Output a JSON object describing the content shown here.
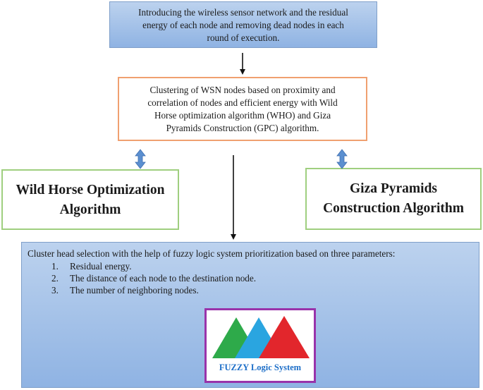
{
  "top_box": {
    "lines": [
      "Introducing the wireless sensor network and the residual",
      "energy of each node and removing dead nodes in each",
      "round of execution."
    ]
  },
  "cluster_box": {
    "lines": [
      "Clustering of WSN nodes based on proximity and",
      "correlation of nodes and efficient energy with Wild",
      "Horse optimization algorithm (WHO) and Giza",
      "Pyramids Construction (GPC) algorithm."
    ]
  },
  "who_box": {
    "lines": [
      "Wild Horse Optimization",
      "Algorithm"
    ]
  },
  "gpc_box": {
    "lines": [
      "Giza Pyramids",
      "Construction Algorithm"
    ]
  },
  "cluster_head_box": {
    "intro": "Cluster head selection with the help of fuzzy logic system prioritization based on three parameters:",
    "items": [
      {
        "num": "1.",
        "text": "Residual energy."
      },
      {
        "num": "2.",
        "text": "The distance of each node to the destination node."
      },
      {
        "num": "3.",
        "text": "The number of neighboring nodes."
      }
    ]
  },
  "fuzzy": {
    "label": "FUZZY Logic System",
    "colors": {
      "green": "#2eaa4a",
      "blue": "#2aa5e0",
      "red": "#e2262c",
      "border": "#9933aa",
      "label": "#1e6fc8"
    }
  },
  "colors": {
    "box_fill_top": "#bcd2ee",
    "box_fill_bottom": "#8fb3e3",
    "cluster_border": "#f0a070",
    "algo_border": "#9fcf7f",
    "double_arrow": "#5b8fd0"
  }
}
